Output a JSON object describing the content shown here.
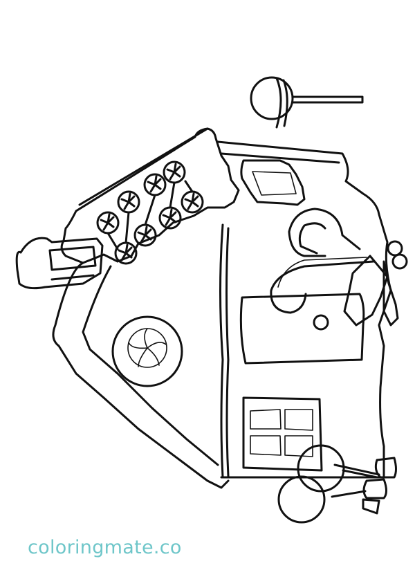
{
  "page": {
    "type": "coloring-page",
    "subject": "Gingerbread house with candy decorations"
  },
  "illustration": {
    "elements": [
      "lollipop",
      "gingerbread-house-roof",
      "roof-peppermint-candies",
      "chimney",
      "candy-framed-window",
      "round-peppermint-window",
      "candy-cane-pair",
      "holly-leaves-and-berries",
      "door",
      "door-knob",
      "four-pane-window",
      "gumball-lollipops",
      "gumdrops"
    ],
    "line_color": "#111111",
    "background_color": "#ffffff"
  },
  "watermark": {
    "text": "coloringmate.co",
    "color": "#6ec6c9"
  }
}
